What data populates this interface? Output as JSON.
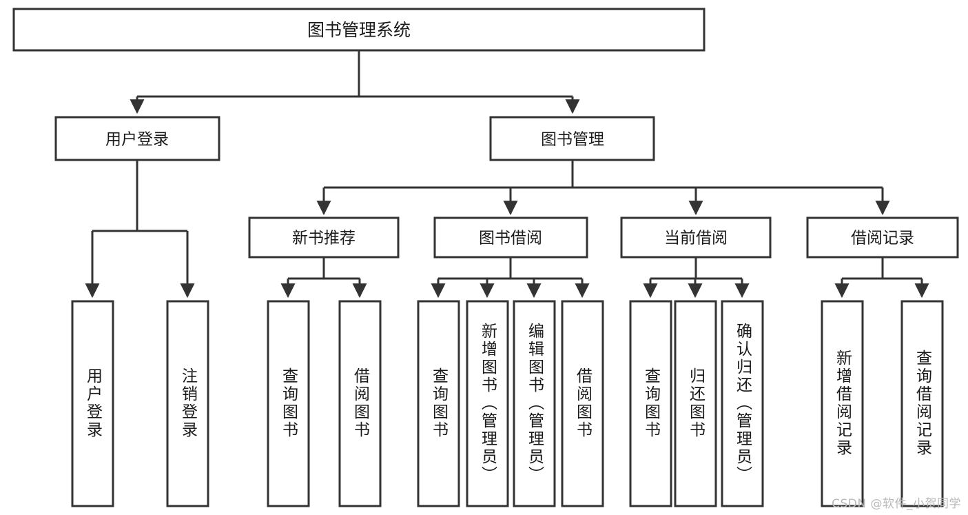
{
  "diagram": {
    "title": "图书管理系统",
    "type": "tree",
    "watermark": "CSDN @软件_小贺同学",
    "colors": {
      "box_stroke": "#333333",
      "box_fill": "#ffffff",
      "text": "#1a1a1a",
      "edge": "#333333",
      "watermark": "#b9b9b9"
    },
    "levels": {
      "root": "图书管理系统",
      "level2": [
        "用户登录",
        "图书管理"
      ],
      "level3": [
        "新书推荐",
        "图书借阅",
        "当前借阅",
        "借阅记录"
      ]
    },
    "nodes": {
      "root": {
        "label": "图书管理系统"
      },
      "user_login": {
        "label": "用户登录"
      },
      "book_manage": {
        "label": "图书管理"
      },
      "new_book_rec": {
        "label": "新书推荐"
      },
      "book_borrow": {
        "label": "图书借阅"
      },
      "current_borrow": {
        "label": "当前借阅"
      },
      "borrow_record": {
        "label": "借阅记录"
      },
      "leaf_user_login": {
        "label": "用户登录"
      },
      "leaf_logout": {
        "label": "注销登录"
      },
      "leaf_query_book_1": {
        "label": "查询图书"
      },
      "leaf_borrow_book_1": {
        "label": "借阅图书"
      },
      "leaf_query_book_2": {
        "label": "查询图书"
      },
      "leaf_add_book": {
        "label": "新增图书（管理员）"
      },
      "leaf_edit_book": {
        "label": "编辑图书（管理员）"
      },
      "leaf_borrow_book_2": {
        "label": "借阅图书"
      },
      "leaf_query_book_3": {
        "label": "查询图书"
      },
      "leaf_return_book": {
        "label": "归还图书"
      },
      "leaf_confirm_return": {
        "label": "确认归还（管理员）"
      },
      "leaf_add_record": {
        "label": "新增借阅记录"
      },
      "leaf_query_record": {
        "label": "查询借阅记录"
      }
    },
    "edges": [
      {
        "from": "图书管理系统",
        "to": "用户登录"
      },
      {
        "from": "图书管理系统",
        "to": "图书管理"
      },
      {
        "from": "用户登录",
        "to": "用户登录"
      },
      {
        "from": "用户登录",
        "to": "注销登录"
      },
      {
        "from": "图书管理",
        "to": "新书推荐"
      },
      {
        "from": "图书管理",
        "to": "图书借阅"
      },
      {
        "from": "图书管理",
        "to": "当前借阅"
      },
      {
        "from": "图书管理",
        "to": "借阅记录"
      },
      {
        "from": "新书推荐",
        "to": "查询图书"
      },
      {
        "from": "新书推荐",
        "to": "借阅图书"
      },
      {
        "from": "图书借阅",
        "to": "查询图书"
      },
      {
        "from": "图书借阅",
        "to": "新增图书（管理员）"
      },
      {
        "from": "图书借阅",
        "to": "编辑图书（管理员）"
      },
      {
        "from": "图书借阅",
        "to": "借阅图书"
      },
      {
        "from": "当前借阅",
        "to": "查询图书"
      },
      {
        "from": "当前借阅",
        "to": "归还图书"
      },
      {
        "from": "当前借阅",
        "to": "确认归还（管理员）"
      },
      {
        "from": "借阅记录",
        "to": "新增借阅记录"
      },
      {
        "from": "借阅记录",
        "to": "查询借阅记录"
      }
    ]
  }
}
